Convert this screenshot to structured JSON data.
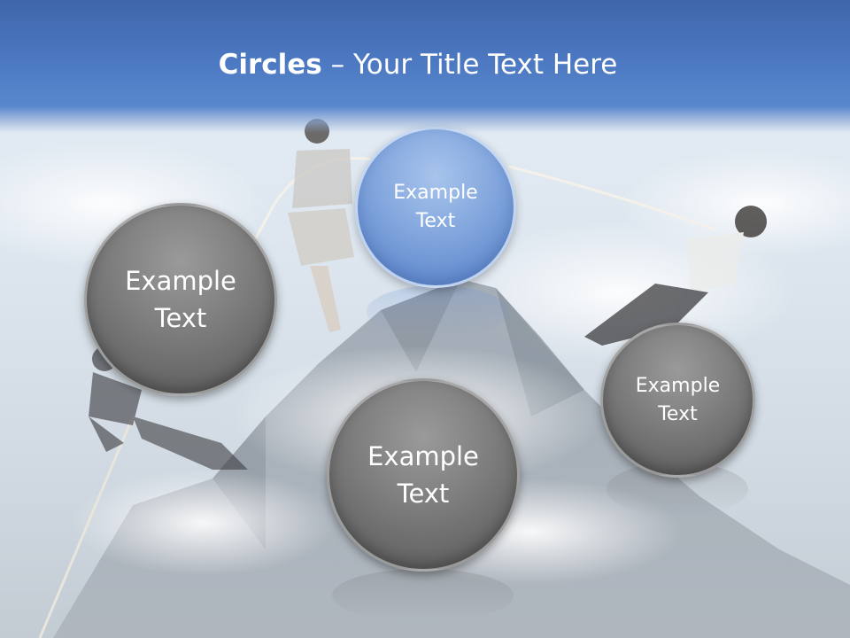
{
  "slide": {
    "title_bold": "Circles",
    "title_rest": " – Your Title Text Here"
  },
  "colors": {
    "header_blue": "#4b78c1",
    "circle_gray": "#7c7c7c",
    "circle_blue": "#82a6dd",
    "text": "#ffffff"
  },
  "circles": [
    {
      "label": "Example Text",
      "line1": "Example",
      "line2": "Text",
      "style": "gray"
    },
    {
      "label": "Example Text",
      "line1": "Example",
      "line2": "Text",
      "style": "blue"
    },
    {
      "label": "Example Text",
      "line1": "Example",
      "line2": "Text",
      "style": "gray"
    },
    {
      "label": "Example Text",
      "line1": "Example",
      "line2": "Text",
      "style": "gray"
    }
  ]
}
